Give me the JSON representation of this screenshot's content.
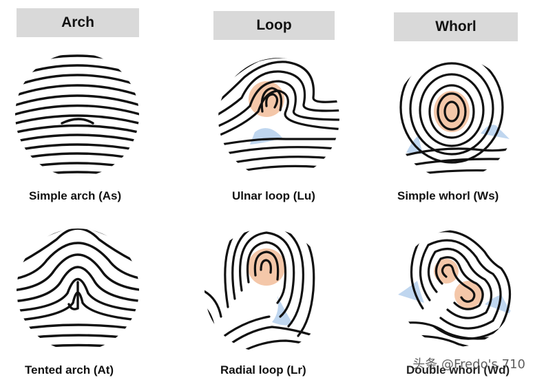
{
  "headers": {
    "arch": "Arch",
    "loop": "Loop",
    "whorl": "Whorl"
  },
  "captions": {
    "simple_arch": "Simple arch (As)",
    "ulnar_loop": "Ulnar loop (Lu)",
    "simple_whorl": "Simple whorl (Ws)",
    "tented_arch": "Tented arch (At)",
    "radial_loop": "Radial loop (Lr)",
    "double_whorl": "Double whorl (Wd)"
  },
  "watermark": "头条 @Fredo's 710",
  "colors": {
    "ridge": "#111111",
    "core_highlight": "#f0b48c",
    "delta_highlight": "#a9c8ea",
    "header_bg": "#d9d9d9"
  }
}
